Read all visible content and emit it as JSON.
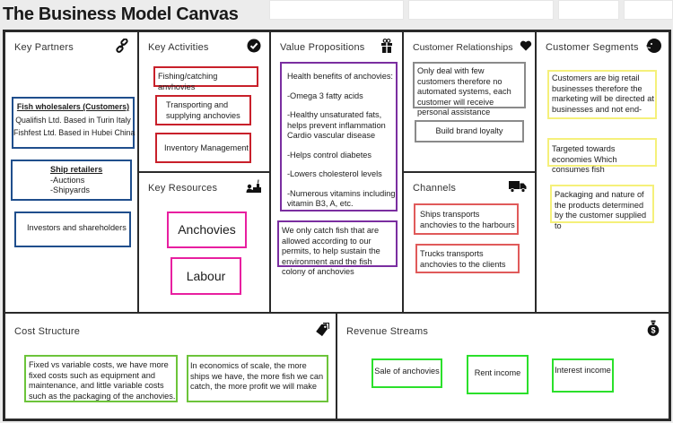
{
  "title": "The Business Model Canvas",
  "colors": {
    "frame": "#2a2a2a",
    "partners_box": "#1f4e8c",
    "activities_box": "#c8202a",
    "resources_box": "#e81fa0",
    "value_box": "#7a2ea0",
    "relationships_box": "#8a8a8a",
    "channels_box": "#e05a5a",
    "segments_box": "#f5f07a",
    "cost_box": "#6cc43a",
    "revenue_box": "#2be02b"
  },
  "key_partners": {
    "label": "Key Partners",
    "icon": "link-icon",
    "wholesalers": {
      "heading": "Fish wholesalers (Customers)",
      "lines": [
        "Qualifish Ltd. Based in Turin Italy",
        "Fishfest Ltd. Based in Hubei China"
      ]
    },
    "retailers": {
      "heading": "Ship retailers",
      "lines": [
        "-Auctions",
        "-Shipyards"
      ]
    },
    "investors": "Investors and shareholders"
  },
  "key_activities": {
    "label": "Key Activities",
    "icon": "checkmark-icon",
    "items": [
      "Fishing/catching anvhovies",
      "Transporting and supplying anchovies",
      "Inventory Management"
    ]
  },
  "key_resources": {
    "label": "Key Resources",
    "icon": "factory-worker-icon",
    "items": [
      "Anchovies",
      "Labour"
    ]
  },
  "value_propositions": {
    "label": "Value Propositions",
    "icon": "gift-icon",
    "benefits": [
      "Health benefits of anchovies:",
      "-Omega 3 fatty acids",
      "-Healthy unsaturated fats, helps prevent inflammation Cardio vascular disease",
      "-Helps control diabetes",
      "-Lowers cholesterol levels",
      "-Numerous vitamins including vitamin B3, A, etc."
    ],
    "sustainability": "We only catch fish that are allowed according to our permits, to help sustain the environment and the fish colony of anchovies"
  },
  "customer_relationships": {
    "label": "Customer Relationships",
    "icon": "heart-icon",
    "items": [
      "Only deal with few customers therefore no automated systems, each customer will receive personal assistance",
      "Build brand loyalty"
    ]
  },
  "channels": {
    "label": "Channels",
    "icon": "truck-icon",
    "items": [
      "Ships transports anchovies to the harbours",
      "Trucks transports anchovies to the clients"
    ]
  },
  "customer_segments": {
    "label": "Customer Segments",
    "icon": "face-icon",
    "items": [
      "Customers are big retail businesses therefore the marketing will be directed at businesses and not end-users or consumers",
      "Targeted towards economies Which consumes fish",
      "Packaging and nature of the products determined by the customer supplied to"
    ]
  },
  "cost_structure": {
    "label": "Cost Structure",
    "icon": "tag-icon",
    "items": [
      "Fixed vs variable costs, we have more fixed costs such as equipment and maintenance, and little variable costs such as the packaging of the anchovies.",
      "In economics of scale, the more ships we have, the more fish we can catch, the more profit we will make"
    ]
  },
  "revenue_streams": {
    "label": "Revenue Streams",
    "icon": "money-bag-icon",
    "items": [
      "Sale of anchovies",
      "Rent income",
      "Interest income"
    ]
  }
}
